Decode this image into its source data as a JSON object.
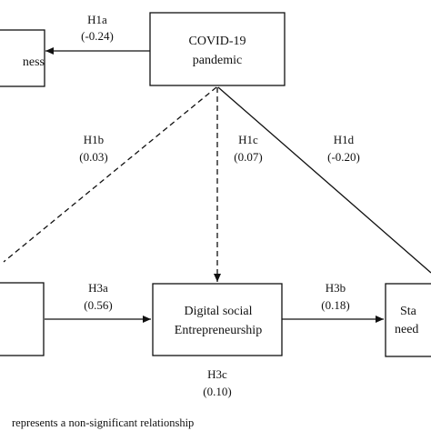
{
  "boxes": {
    "left_top": {
      "line1": "ness"
    },
    "covid": {
      "line1": "COVID-19",
      "line2": "pandemic"
    },
    "left_bottom": {},
    "digital": {
      "line1": "Digital social",
      "line2": "Entrepreneurship"
    },
    "right_bottom": {
      "line1": "Sta",
      "line2": "need"
    }
  },
  "paths": {
    "h1a": {
      "name": "H1a",
      "value": "(-0.24)",
      "style": "solid"
    },
    "h1b": {
      "name": "H1b",
      "value": "(0.03)",
      "style": "dashed"
    },
    "h1c": {
      "name": "H1c",
      "value": "(0.07)",
      "style": "dashed"
    },
    "h1d": {
      "name": "H1d",
      "value": "(-0.20)",
      "style": "solid"
    },
    "h3a": {
      "name": "H3a",
      "value": "(0.56)",
      "style": "solid"
    },
    "h3b": {
      "name": "H3b",
      "value": "(0.18)",
      "style": "solid"
    },
    "h3c": {
      "name": "H3c",
      "value": "(0.10)"
    }
  },
  "note": "represents a non-significant relationship",
  "colors": {
    "line": "#111111",
    "background": "#ffffff"
  }
}
